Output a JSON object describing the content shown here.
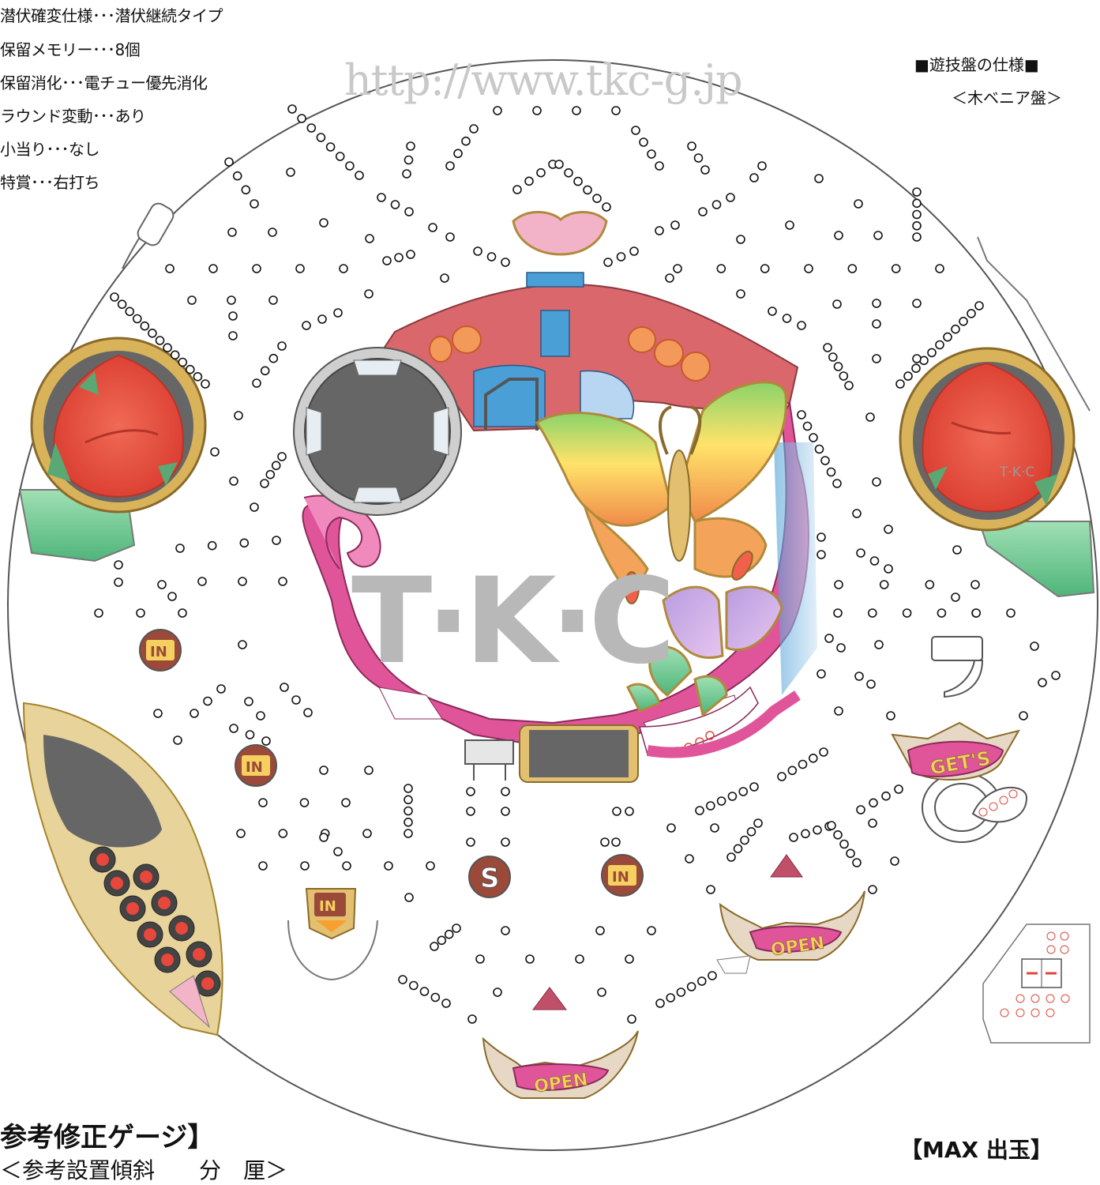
{
  "specs": [
    "潜伏確変仕様･･･潜伏継続タイプ",
    "保留メモリー･･･8個",
    "保留消化･･･電チュー優先消化",
    "ラウンド変動･･･あり",
    "小当り･･･なし",
    "特賞･･･右打ち"
  ],
  "board_spec_title": "■遊技盤の仕様■",
  "board_spec_value": "＜木ベニア盤＞",
  "url": "http://www.tkc-g.jp",
  "watermark": "T·K·C",
  "small_logo": "T·K·C",
  "gauge_title": "参考修正ゲージ】",
  "gauge_sub": "＜参考設置傾斜　　分　厘＞",
  "max_label": "【MAX 出玉】",
  "labels": {
    "in": "IN",
    "open": "OPEN",
    "gets": "GET'S",
    "s": "S"
  },
  "colors": {
    "frame_red": "#d9676b",
    "pink": "#e0559a",
    "gold": "#d9b35a",
    "flower": "#e8473b",
    "leaf": "#5aa873",
    "grey": "#6b6b6b",
    "blue": "#4a9fd6"
  }
}
